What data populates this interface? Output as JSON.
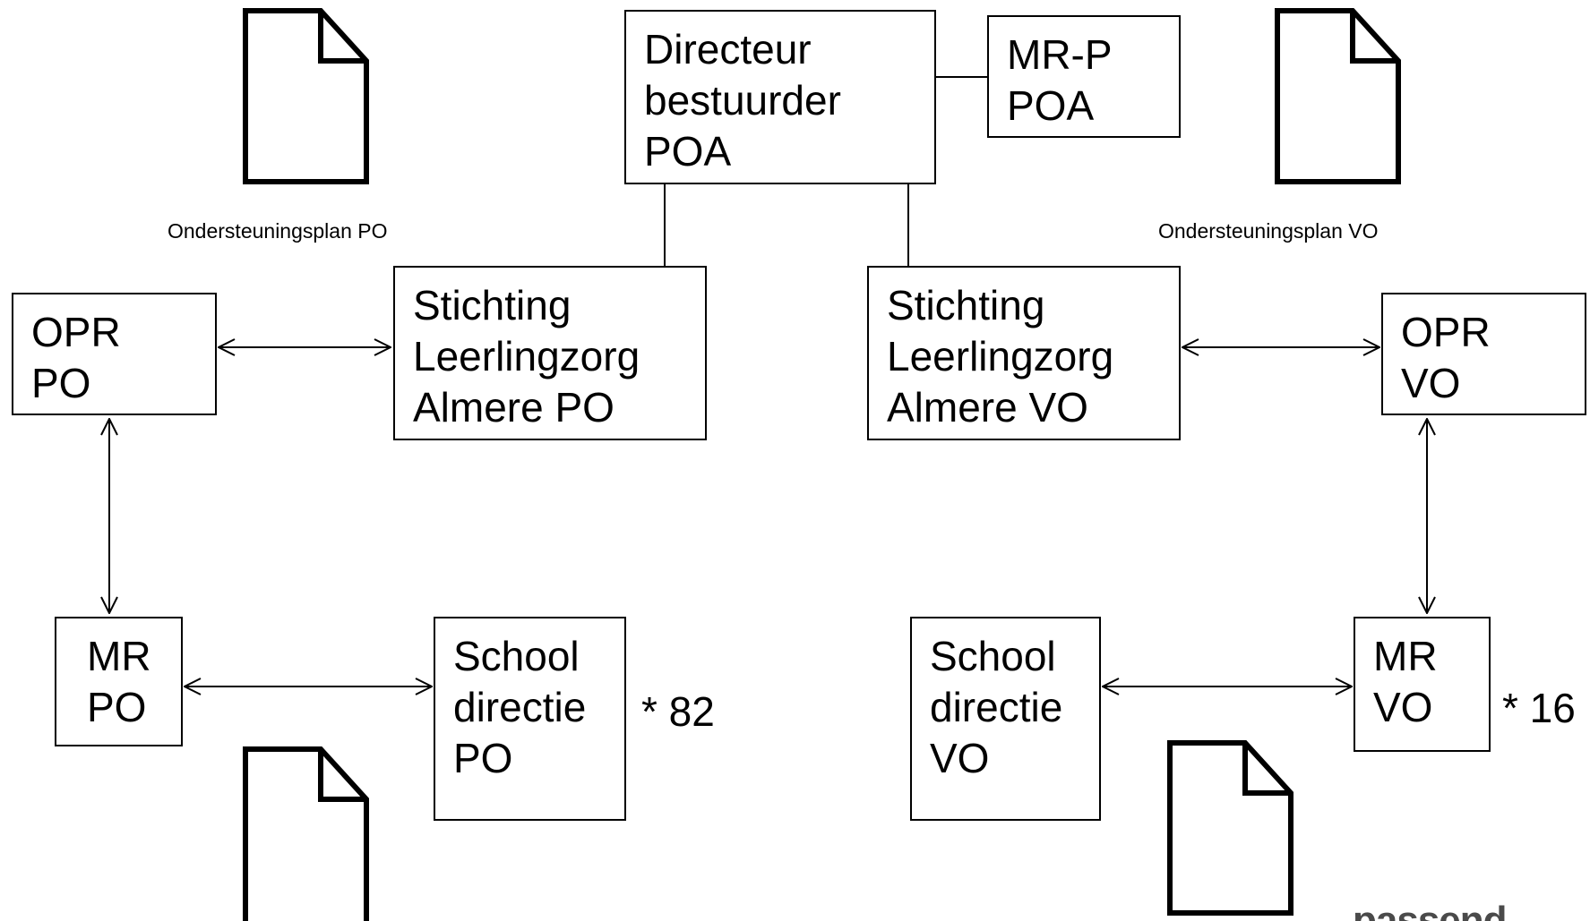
{
  "boxes": {
    "directeur": "Directeur\nbestuurder\nPOA",
    "mrp": "MR-P\nPOA",
    "stichting_po": "Stichting\nLeerlingzorg\nAlmere PO",
    "stichting_vo": "Stichting\nLeerlingzorg\nAlmere VO",
    "opr_po": "OPR\nPO",
    "opr_vo": "OPR\nVO",
    "mr_po": "MR\nPO",
    "mr_vo": "MR\nVO",
    "school_po": "School\ndirectie\nPO",
    "school_vo": "School\ndirectie\nVO"
  },
  "captions": {
    "plan_po": "Ondersteuningsplan PO",
    "plan_vo": "Ondersteuningsplan VO"
  },
  "counts": {
    "po": "* 82",
    "vo": "* 16"
  },
  "brand": "passend",
  "icons": [
    "document-icon",
    "document-icon",
    "document-icon",
    "document-icon"
  ]
}
